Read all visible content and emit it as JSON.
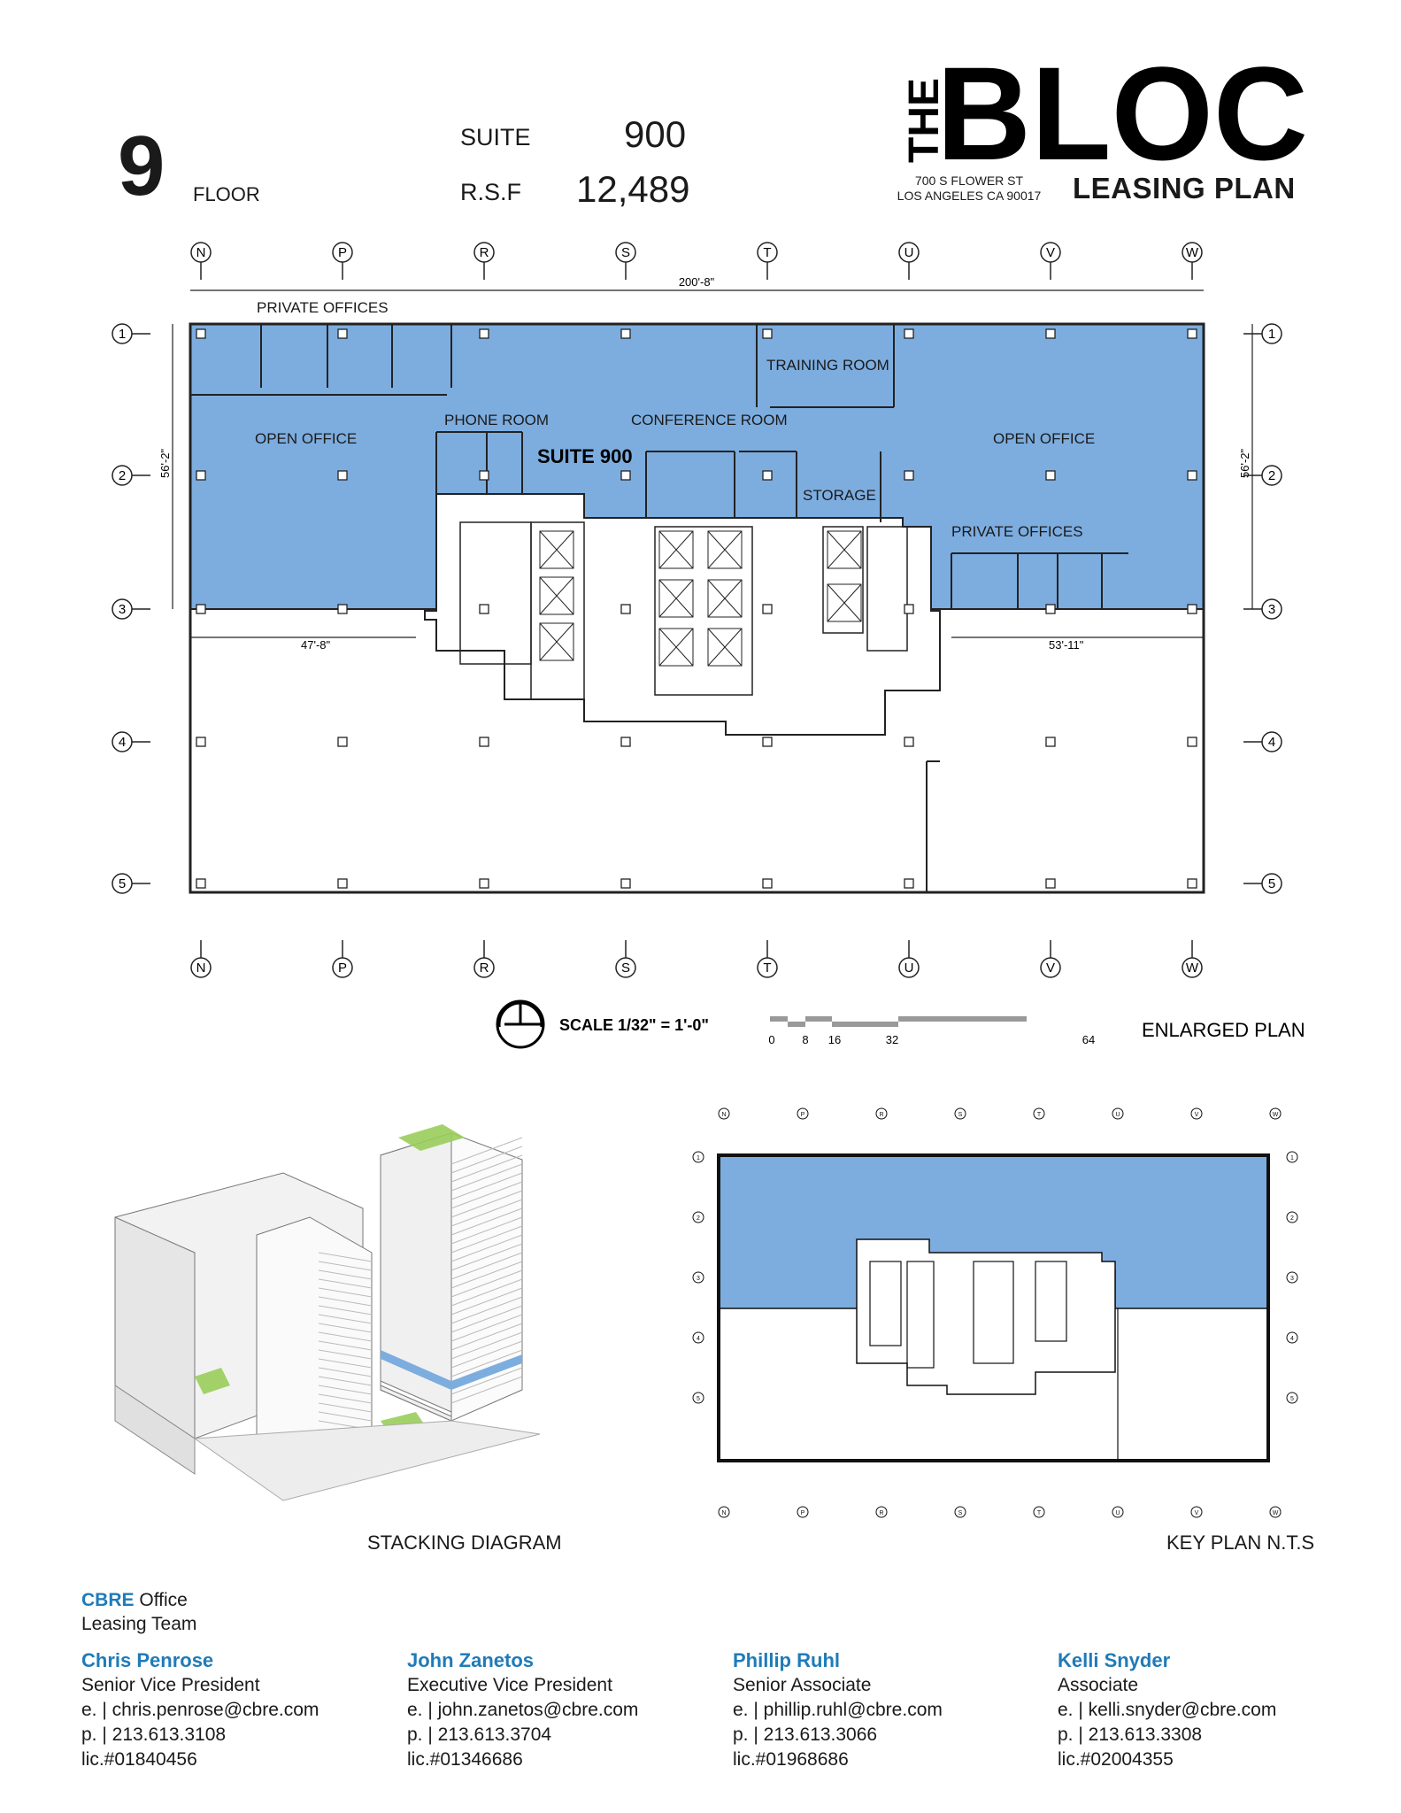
{
  "header": {
    "floor_number": "9",
    "floor_label": "FLOOR",
    "suite_label": "SUITE",
    "suite_value": "900",
    "rsf_label": "R.S.F",
    "rsf_value": "12,489",
    "logo_the": "THE",
    "logo_bloc": "BLOC",
    "address_line1": "700 S FLOWER ST",
    "address_line2": "LOS ANGELES CA 90017",
    "leasing_plan": "LEASING PLAN"
  },
  "plan": {
    "dim_width": "200'-8\"",
    "dim_height": "56'-2\"",
    "dim_left": "47'-8\"",
    "dim_right": "53'-11\"",
    "grid_columns": [
      "N",
      "P",
      "R",
      "S",
      "T",
      "U",
      "V",
      "W"
    ],
    "grid_rows": [
      "1",
      "2",
      "3",
      "4",
      "5"
    ],
    "rooms": {
      "private_offices_1": "PRIVATE OFFICES",
      "training_room": "TRAINING ROOM",
      "phone_room": "PHONE ROOM",
      "conference_room": "CONFERENCE ROOM",
      "open_office_1": "OPEN OFFICE",
      "open_office_2": "OPEN OFFICE",
      "suite_label": "SUITE 900",
      "storage": "STORAGE",
      "private_offices_2": "PRIVATE OFFICES"
    },
    "scale_label": "SCALE 1/32\" = 1'-0\"",
    "scale_ticks": [
      "0",
      "8",
      "16",
      "32",
      "64"
    ],
    "enlarged_plan": "ENLARGED PLAN",
    "highlight_color": "#7daddf"
  },
  "key_plan": {
    "grid_columns": [
      "N",
      "P",
      "R",
      "S",
      "T",
      "U",
      "V",
      "W"
    ],
    "grid_rows": [
      "1",
      "2",
      "3",
      "4",
      "5"
    ],
    "caption": "KEY PLAN N.T.S"
  },
  "stacking": {
    "caption": "STACKING DIAGRAM"
  },
  "team": {
    "company": "CBRE",
    "title_suffix": "Office",
    "title_line2": "Leasing Team",
    "contacts": [
      {
        "name": "Chris Penrose",
        "title": "Senior Vice President",
        "email": "e. | chris.penrose@cbre.com",
        "phone": "p. | 213.613.3108",
        "license": "lic.#01840456"
      },
      {
        "name": "John Zanetos",
        "title": "Executive Vice President",
        "email": "e. | john.zanetos@cbre.com",
        "phone": "p. | 213.613.3704",
        "license": "lic.#01346686"
      },
      {
        "name": "Phillip Ruhl",
        "title": "Senior Associate",
        "email": "e. | phillip.ruhl@cbre.com",
        "phone": "p. | 213.613.3066",
        "license": "lic.#01968686"
      },
      {
        "name": "Kelli Snyder",
        "title": "Associate",
        "email": "e. | kelli.snyder@cbre.com",
        "phone": "p. | 213.613.3308",
        "license": "lic.#02004355"
      }
    ]
  }
}
